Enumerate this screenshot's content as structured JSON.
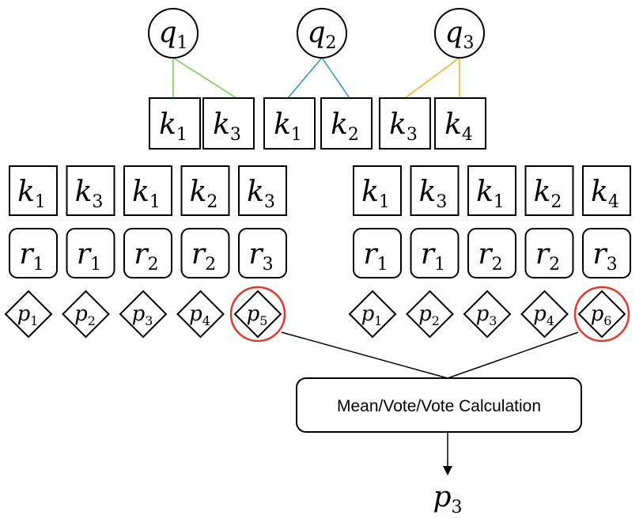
{
  "queries": [
    {
      "letter": "q",
      "sub": "1",
      "keys": [
        {
          "letter": "k",
          "sub": "1"
        },
        {
          "letter": "k",
          "sub": "3"
        }
      ],
      "color": "#6fd04f"
    },
    {
      "letter": "q",
      "sub": "2",
      "keys": [
        {
          "letter": "k",
          "sub": "1"
        },
        {
          "letter": "k",
          "sub": "2"
        }
      ],
      "color": "#2a8fc7"
    },
    {
      "letter": "q",
      "sub": "3",
      "keys": [
        {
          "letter": "k",
          "sub": "3"
        },
        {
          "letter": "k",
          "sub": "4"
        }
      ],
      "color": "#f0b022"
    }
  ],
  "left_group": {
    "keys": [
      {
        "letter": "k",
        "sub": "1"
      },
      {
        "letter": "k",
        "sub": "3"
      },
      {
        "letter": "k",
        "sub": "1"
      },
      {
        "letter": "k",
        "sub": "2"
      },
      {
        "letter": "k",
        "sub": "3"
      }
    ],
    "relations": [
      {
        "letter": "r",
        "sub": "1"
      },
      {
        "letter": "r",
        "sub": "1"
      },
      {
        "letter": "r",
        "sub": "2"
      },
      {
        "letter": "r",
        "sub": "2"
      },
      {
        "letter": "r",
        "sub": "3"
      }
    ],
    "paths": [
      {
        "letter": "p",
        "sub": "1"
      },
      {
        "letter": "p",
        "sub": "2"
      },
      {
        "letter": "p",
        "sub": "3"
      },
      {
        "letter": "p",
        "sub": "4"
      },
      {
        "letter": "p",
        "sub": "5"
      }
    ],
    "highlighted_index": 4
  },
  "right_group": {
    "keys": [
      {
        "letter": "k",
        "sub": "1"
      },
      {
        "letter": "k",
        "sub": "3"
      },
      {
        "letter": "k",
        "sub": "1"
      },
      {
        "letter": "k",
        "sub": "2"
      },
      {
        "letter": "k",
        "sub": "4"
      }
    ],
    "relations": [
      {
        "letter": "r",
        "sub": "1"
      },
      {
        "letter": "r",
        "sub": "1"
      },
      {
        "letter": "r",
        "sub": "2"
      },
      {
        "letter": "r",
        "sub": "2"
      },
      {
        "letter": "r",
        "sub": "3"
      }
    ],
    "paths": [
      {
        "letter": "p",
        "sub": "1"
      },
      {
        "letter": "p",
        "sub": "2"
      },
      {
        "letter": "p",
        "sub": "3"
      },
      {
        "letter": "p",
        "sub": "4"
      },
      {
        "letter": "p",
        "sub": "6"
      }
    ],
    "highlighted_index": 4
  },
  "calculation": {
    "label": "Mean/Vote/Vote Calculation"
  },
  "output": {
    "letter": "p",
    "sub": "3"
  },
  "colors": {
    "highlight": "#e03a2c",
    "stroke": "#000000"
  }
}
